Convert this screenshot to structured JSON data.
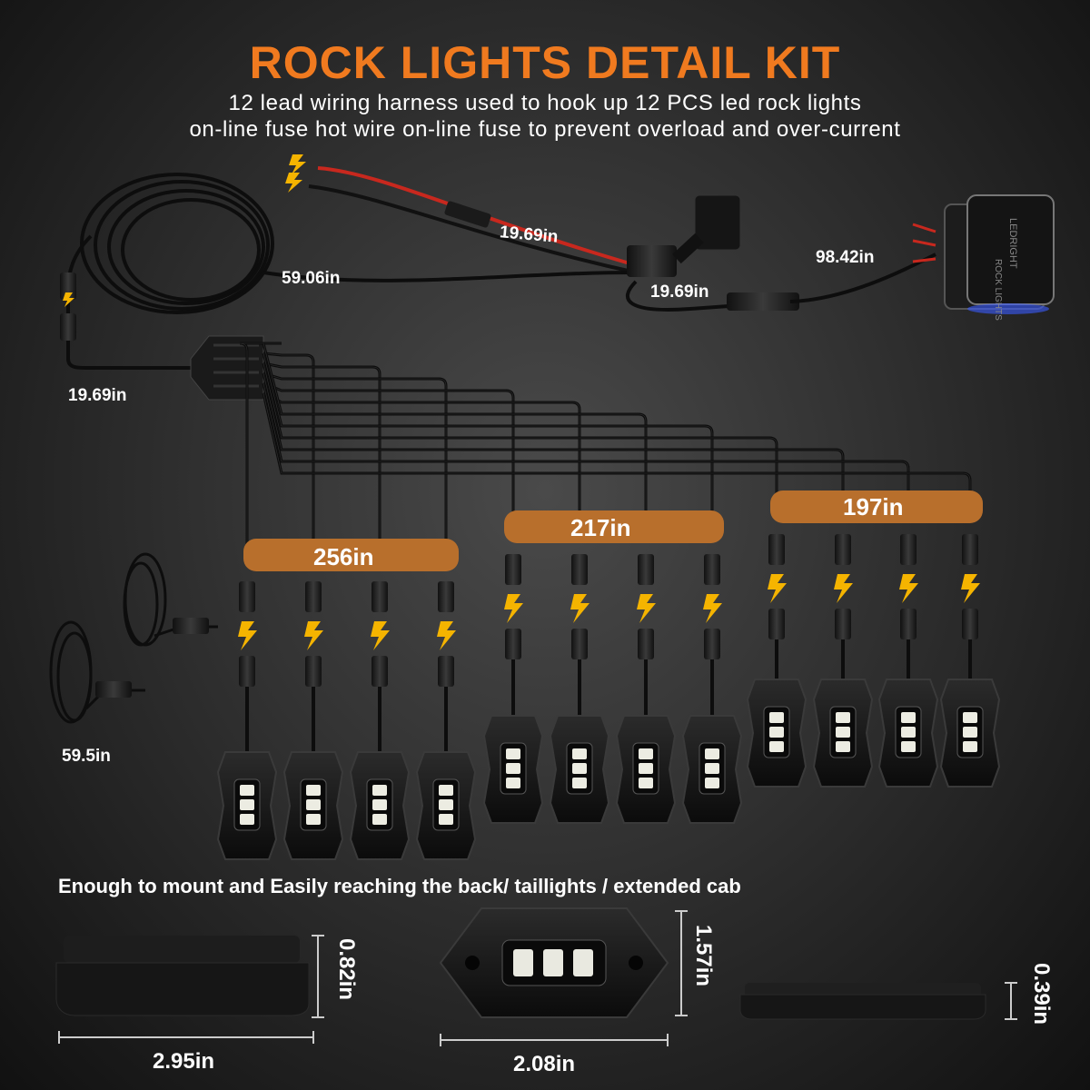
{
  "title": "ROCK LIGHTS DETAIL KIT",
  "subtitle_lines": [
    "12 lead wiring harness used to hook up 12 PCS led rock lights",
    "on-line fuse hot wire on-line fuse to prevent overload and over-current"
  ],
  "cable_labels": {
    "fuse_wire": "19.69in",
    "main_cable": "59.06in",
    "switch_wire": "98.42in",
    "switch_lead": "19.69in",
    "hub_lead": "19.69in",
    "extension": "59.5in"
  },
  "groups": [
    {
      "length": "256in",
      "lights": 4
    },
    {
      "length": "217in",
      "lights": 4
    },
    {
      "length": "197in",
      "lights": 4
    }
  ],
  "note": "Enough to mount and Easily reaching the back/ taillights / extended cab",
  "dimensions": {
    "light_width": "2.95in",
    "light_height": "0.82in",
    "face_width": "2.08in",
    "face_height": "1.57in",
    "base_height": "0.39in"
  },
  "switch_text": [
    "LEDRIGHT",
    "ROCK LIGHTS"
  ],
  "colors": {
    "accent": "#f07a1f",
    "band": "#b86f2c",
    "bolt": "#f5b400",
    "wire_red": "#c8281e"
  }
}
